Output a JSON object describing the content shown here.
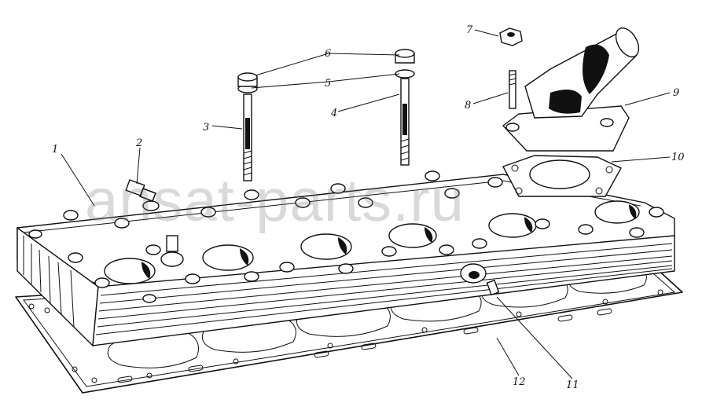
{
  "figure": {
    "callouts": [
      {
        "id": "callout-1",
        "label": "1"
      },
      {
        "id": "callout-2",
        "label": "2"
      },
      {
        "id": "callout-3",
        "label": "3"
      },
      {
        "id": "callout-4",
        "label": "4"
      },
      {
        "id": "callout-5",
        "label": "5"
      },
      {
        "id": "callout-6",
        "label": "6"
      },
      {
        "id": "callout-7",
        "label": "7"
      },
      {
        "id": "callout-8",
        "label": "8"
      },
      {
        "id": "callout-9",
        "label": "9"
      },
      {
        "id": "callout-10",
        "label": "10"
      },
      {
        "id": "callout-11",
        "label": "11"
      },
      {
        "id": "callout-12",
        "label": "12"
      }
    ],
    "watermark": "ansat-parts.ru"
  }
}
